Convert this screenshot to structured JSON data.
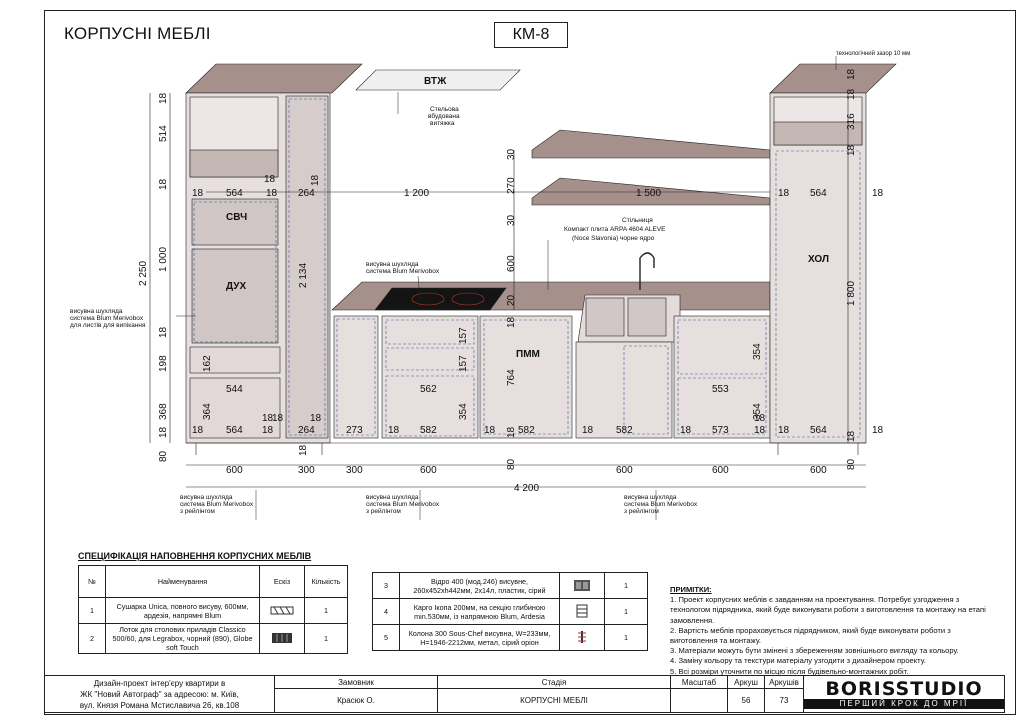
{
  "header": {
    "title": "КОРПУСНІ МЕБЛІ",
    "code": "КМ-8"
  },
  "labels": {
    "gap_note": "технологічний зазор 10 мм",
    "vtzh": "ВТЖ",
    "hood_note1": "Стельова",
    "hood_note2": "вбудована",
    "hood_note3": "витяжка",
    "svch": "СВЧ",
    "dukh": "ДУХ",
    "pmm": "ПММ",
    "khol": "ХОЛ",
    "countertop1": "Стільниця",
    "countertop2": "Компакт плита ARPA 4604 ALEVE",
    "countertop3": "(Noce Slavonia) чорне ядро",
    "drawer_note_a1": "висувна шухляда",
    "drawer_note_a2": "система Blum Merivobox",
    "drawer_note_b1": "висувна шухляда",
    "drawer_note_b2": "система Blum Merivobox",
    "drawer_note_b3": "для листів для випікання",
    "drawer_note_c1": "висувна шухляда",
    "drawer_note_c2": "система Blum Merivobox",
    "drawer_note_c3": "з рейлінгом"
  },
  "dims": {
    "d18": "18",
    "d514": "514",
    "d162": "162",
    "d198": "198",
    "d368": "368",
    "d364": "364",
    "d2250": "2 250",
    "d1000": "1 000",
    "d564": "564",
    "d544": "544",
    "d264": "264",
    "d2134": "2 134",
    "d1200": "1 200",
    "d1500": "1 500",
    "d30": "30",
    "d270": "270",
    "d600": "600",
    "d20": "20",
    "d157": "157",
    "d562": "562",
    "d354": "354",
    "d582": "582",
    "d273": "273",
    "d764": "764",
    "d553": "553",
    "d573": "573",
    "d316": "316",
    "d1800": "1 800",
    "d80": "80",
    "d300": "300",
    "d4200": "4 200"
  },
  "spec": {
    "title": "СПЕЦИФІКАЦІЯ НАПОВНЕННЯ КОРПУСНИХ МЕБЛІВ",
    "headers": [
      "№",
      "Найменування",
      "Ескіз",
      "Кількість"
    ],
    "rows": [
      {
        "n": "1",
        "name": "Сушарка Unica, повного висуву, 600мм, ардезія, напрямні Blum",
        "qty": "1"
      },
      {
        "n": "2",
        "name": "Лоток для столових приладів Classico 500/60, для Legrabox, чорний (890), Globe soft Touch",
        "qty": "1"
      },
      {
        "n": "3",
        "name": "Відро 400 (мод.246) висувне, 260x452xh442мм, 2x14л, пластик, сірий",
        "qty": "1"
      },
      {
        "n": "4",
        "name": "Карго Ікопа 200мм, на секцію глибиною min.530мм, із напрямною Blum, Ardesia",
        "qty": "1"
      },
      {
        "n": "5",
        "name": "Колона 300 Sous-Chef висувна, W=233мм, H=1946-2212мм, метал, сірий оріон",
        "qty": "1"
      }
    ]
  },
  "notes": {
    "heading": "ПРИМІТКИ:",
    "items": [
      "1. Проект корпусних меблів є завданням на проектування. Потребує узгодження з технологом підрядника, який буде виконувати роботи з виготовлення та монтажу на етапі замовлення.",
      "2. Вартість меблів прораховується підрядником, який буде виконувати роботи з виготовлення та монтажу.",
      "3. Матеріали можуть бути змінені з збереженням зовнішнього вигляду та кольору.",
      "4. Заміну кольору та текстури матеріалу узгодити з дизайнером проекту.",
      "5. Всі розміри уточнити по місцю після будівельно-монтажних робіт."
    ]
  },
  "stamp": {
    "project1": "Дизайн-проект інтер'єру квартири в",
    "project2": "ЖК \"Новий Автограф\" за адресою: м. Київ,",
    "project3": "вул. Князя Романа Мстиславича 26, кв.108",
    "h_customer": "Замовник",
    "h_stage": "Стадія",
    "h_scale": "Масштаб",
    "h_sheet": "Аркуш",
    "h_sheets": "Аркушів",
    "customer": "Красюк О.",
    "stage": "КОРПУСНІ МЕБЛІ",
    "scale": "",
    "sheet": "56",
    "sheets": "73",
    "brand": "BORISSTUDIO",
    "slogan": "ПЕРШИЙ КРОК ДО МРІЇ"
  },
  "colors": {
    "wood": "#a6908c",
    "panel": "#cdbfbd",
    "carcass": "#d8d0cf",
    "line": "#222222",
    "dash": "#3a5a9a"
  }
}
